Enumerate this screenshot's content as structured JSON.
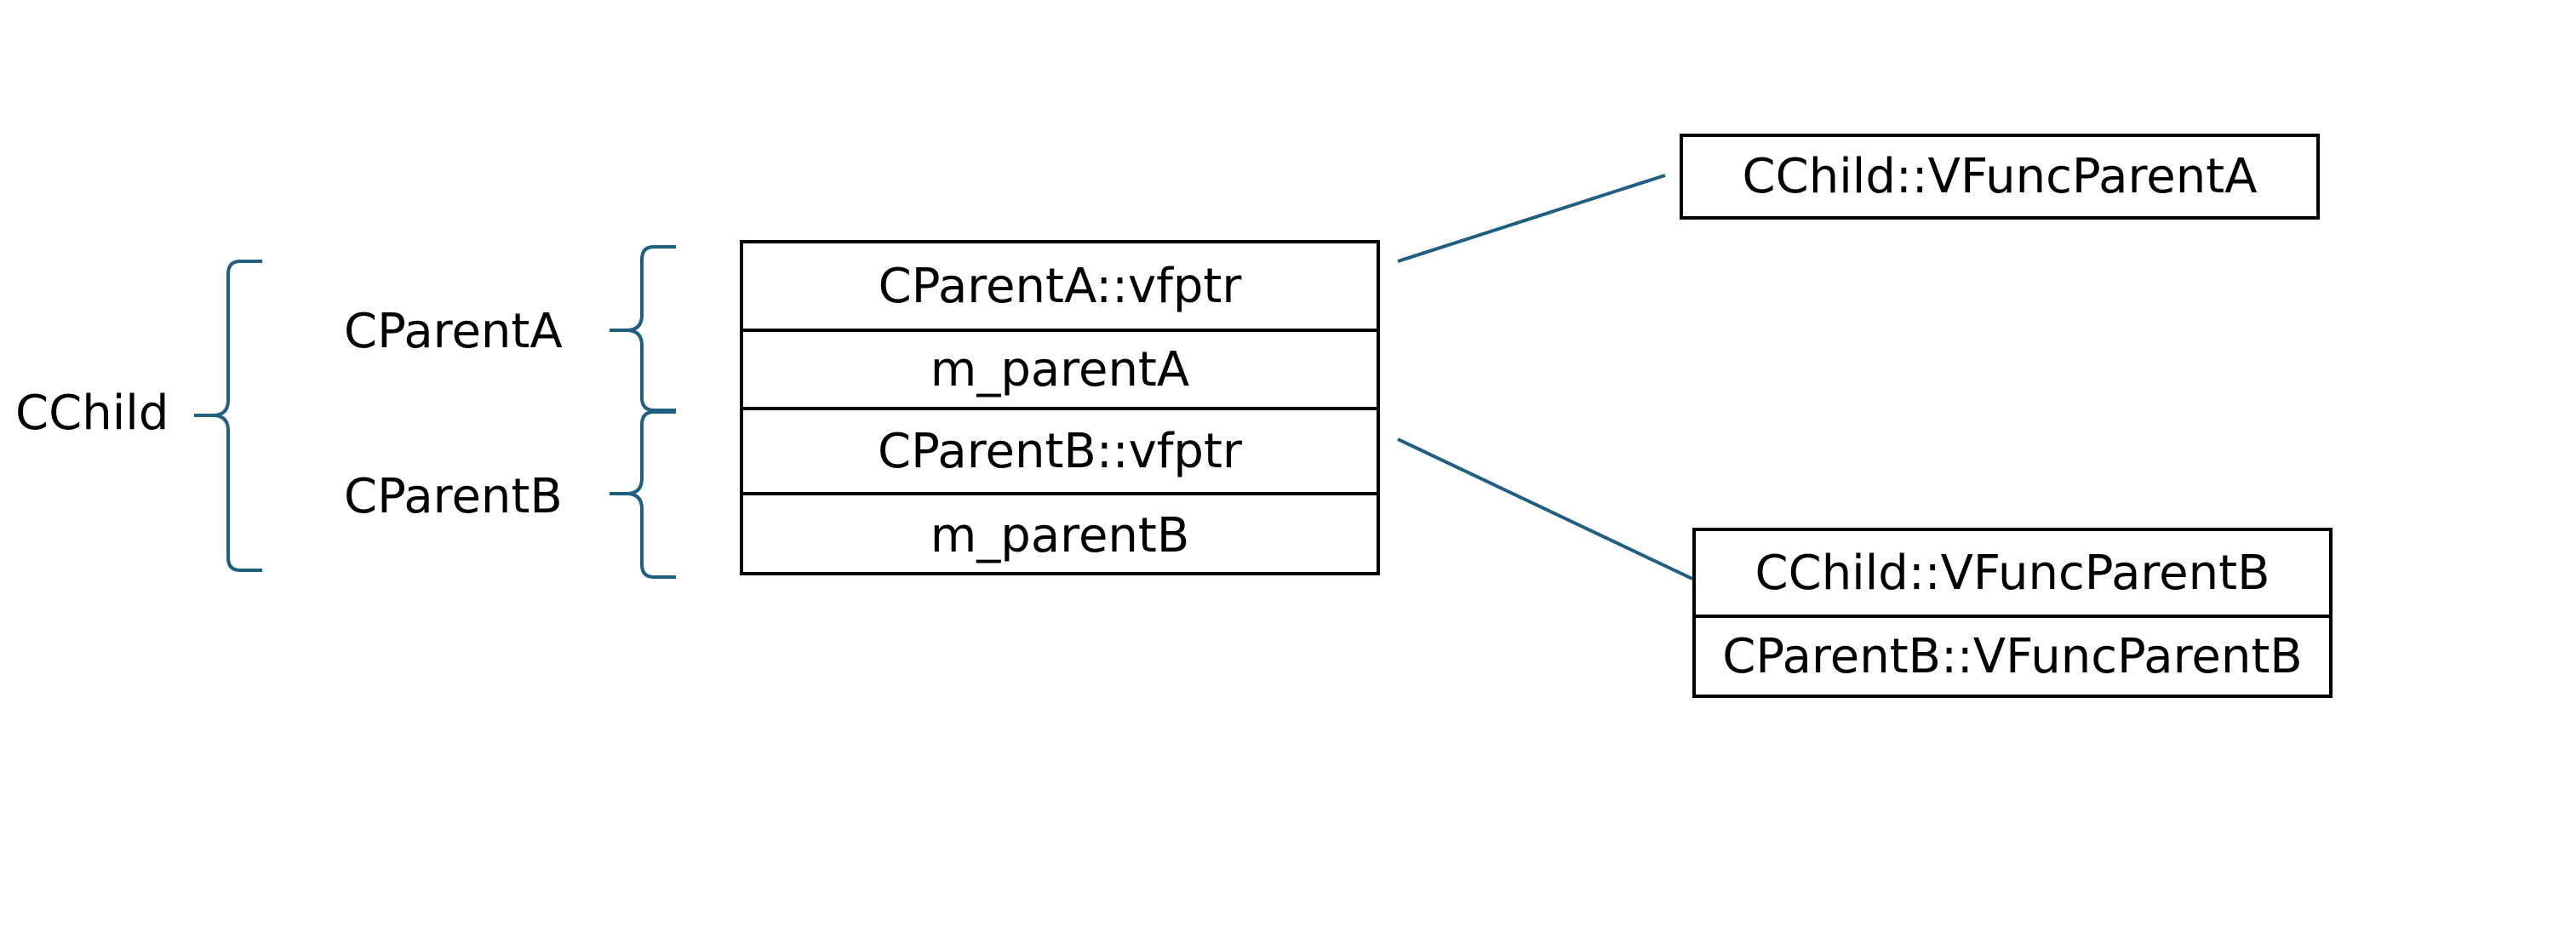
{
  "diagram": {
    "class_label": "CChild",
    "parent_labels": {
      "parent_a": "CParentA",
      "parent_b": "CParentB"
    },
    "object_layout": {
      "cells": [
        "CParentA::vfptr",
        "m_parentA",
        "CParentB::vfptr",
        "m_parentB"
      ]
    },
    "vtable_a": {
      "entries": [
        "CChild::VFuncParentA"
      ]
    },
    "vtable_b": {
      "entries": [
        "CChild::VFuncParentB",
        "CParentB::VFuncParentB"
      ]
    },
    "colors": {
      "bracket": "#1f5f80",
      "connector": "#1f5f80",
      "box_border": "#000000",
      "text": "#000000"
    }
  }
}
